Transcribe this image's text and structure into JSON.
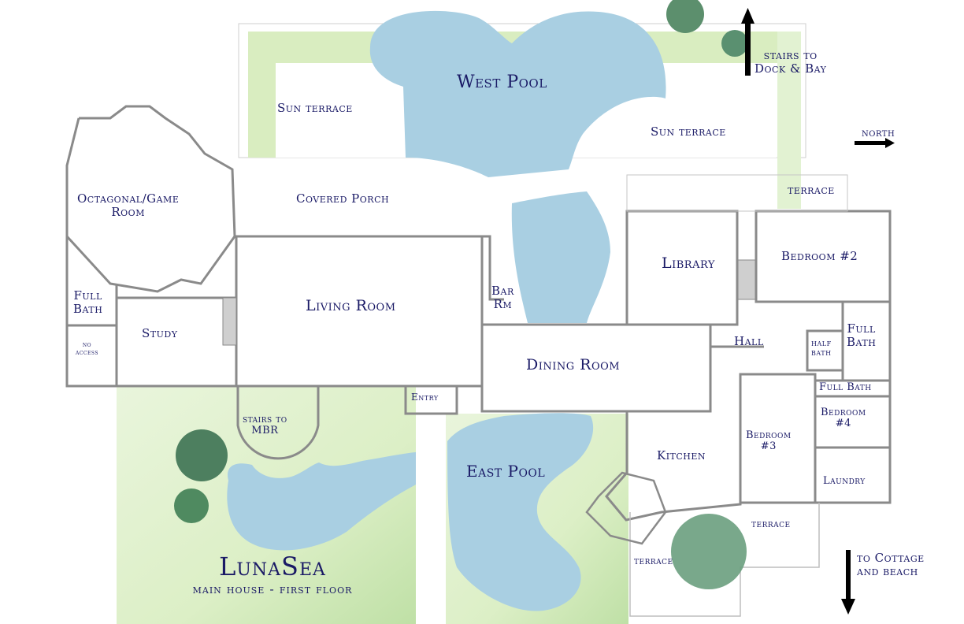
{
  "title": {
    "name": "LunaSea",
    "subtitle": "main house - first floor"
  },
  "colors": {
    "label_text": "#1a1a66",
    "pool_water": "#a9cfe2",
    "lawn_green": "#d9edc0",
    "wall_gray": "#8a8a8a",
    "tree_green": "#4f8a6a",
    "arrow_black": "#000000"
  },
  "compass": {
    "label": "NORTH",
    "direction": "right"
  },
  "directions": {
    "dock": "stairs to Dock & Bay",
    "dock_line1": "stairs to",
    "dock_line2": "Dock & Bay",
    "cottage_line1": "to Cottage",
    "cottage_line2": "and beach"
  },
  "rooms": {
    "west_pool": "West Pool",
    "east_pool": "East Pool",
    "sun_terrace_west": "Sun terrace",
    "sun_terrace_east": "Sun terrace",
    "octagonal_line1": "Octagonal/Game",
    "octagonal_line2": "Room",
    "covered_porch": "Covered Porch",
    "terrace_north": "terrace",
    "library": "Library",
    "bedroom2": "Bedroom #2",
    "full_bath_west_line1": "Full",
    "full_bath_west_line2": "Bath",
    "living_room": "Living Room",
    "bar_line1": "Bar",
    "bar_line2": "Rm",
    "no_access_line1": "no",
    "no_access_line2": "access",
    "study": "Study",
    "hall": "Hall",
    "half_bath_line1": "half",
    "half_bath_line2": "bath",
    "full_bath_east_line1": "Full",
    "full_bath_east_line2": "Bath",
    "dining_room": "Dining Room",
    "full_bath_lower": "Full Bath",
    "bedroom4_line1": "Bedroom",
    "bedroom4_line2": "#4",
    "entry": "Entry",
    "stairs_mbr_line1": "stairs to",
    "stairs_mbr_line2": "MBR",
    "kitchen": "Kitchen",
    "bedroom3_line1": "Bedroom",
    "bedroom3_line2": "#3",
    "laundry": "Laundry",
    "terrace_east": "terrace",
    "terrace_south": "terrace"
  }
}
